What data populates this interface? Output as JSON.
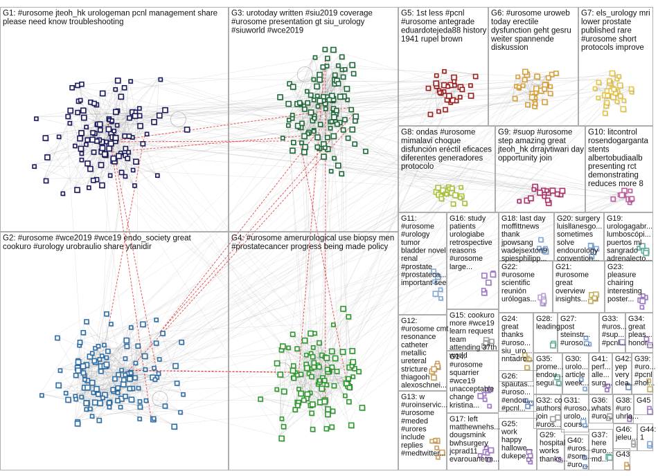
{
  "groups": [
    {
      "id": "G1",
      "color": "#1a1a5e",
      "lines": [
        "G1: #urosome jteoh_hk urologeman pcnl management share",
        "please need know troubleshooting"
      ]
    },
    {
      "id": "G2",
      "color": "#2f6fa8",
      "lines": [
        "G2: #urosome #wce2019 #wce19 endo_society great",
        "cookuro #urology urobraulio share ytanidir"
      ]
    },
    {
      "id": "G3",
      "color": "#1e6b3a",
      "lines": [
        "G3: urotoday written #siu2019 coverage",
        "#urosome presentation gt siu_urology",
        "#siuworld #wce2019"
      ]
    },
    {
      "id": "G4",
      "color": "#2e9a2e",
      "lines": [
        "G4: #urosome amerurological use biopsy men",
        "#prostatecancer progress being made policy"
      ]
    },
    {
      "id": "G5",
      "color": "#a01e1e",
      "lines": [
        "G5: 1st less #pcnl",
        "#urosome antegrade",
        "eduardotejeda88 history",
        "1941 rupel brown"
      ]
    },
    {
      "id": "G6",
      "color": "#d9a23a",
      "lines": [
        "G6: #urosome uroweb",
        "today erectile",
        "dysfunction geht gesru",
        "weiter spannende",
        "diskussion"
      ]
    },
    {
      "id": "G7",
      "color": "#e6c64a",
      "lines": [
        "G7: els_urology mri",
        "lower prostate",
        "published rare",
        "#urosome short",
        "protocols improve"
      ]
    },
    {
      "id": "G8",
      "color": "#a8c43a",
      "lines": [
        "G8: ondas #urosome",
        "mimalavi choque",
        "disfunción eréctil eficaces",
        "diferentes generadores",
        "protocolo"
      ]
    },
    {
      "id": "G9",
      "color": "#b0306a",
      "lines": [
        "G9: #suop #urosome",
        "step amazing great",
        "jteoh_hk drrajvtiwari day",
        "opportunity join"
      ]
    },
    {
      "id": "G10",
      "color": "#c060a0",
      "lines": [
        "G10: litcontrol",
        "rosendogarganta",
        "stents",
        "albertobudiaalb",
        "presenting rct",
        "demonstrating",
        "reduces more 8"
      ]
    },
    {
      "id": "G11",
      "lines": [
        "G11:",
        "#urosome",
        "#urology",
        "tumor",
        "bladder novel",
        "renal",
        "#prostate",
        "#prostateca...",
        "important see"
      ]
    },
    {
      "id": "G16",
      "lines": [
        "G16: study",
        "patients",
        "urologiabe",
        "retrospective",
        "reasons",
        "#urosome",
        "large..."
      ]
    },
    {
      "id": "G15",
      "lines": [
        "G15: cookuro",
        "more #wce19",
        "learn request",
        "team",
        "attending 37th",
        "world"
      ]
    },
    {
      "id": "G18",
      "lines": [
        "G18: last day",
        "moffittnews",
        "thank",
        "jpowsang",
        "wadejsexton9",
        "spiesphilipp..."
      ]
    },
    {
      "id": "G20",
      "lines": [
        "G20: surgery",
        "luisllanesgo...",
        "sometimes",
        "solve",
        "endourology",
        "convention..."
      ]
    },
    {
      "id": "G19",
      "lines": [
        "G19:",
        "urologagabr...",
        "lumboscópi...",
        "puertos ml",
        "sangrado",
        "adrenalecto..."
      ]
    },
    {
      "id": "G22",
      "lines": [
        "G22:",
        "#urosome",
        "scientific",
        "reunión",
        "urólogas..."
      ]
    },
    {
      "id": "G21",
      "lines": [
        "G21:",
        "#urosome",
        "great",
        "overview",
        "insights..."
      ]
    },
    {
      "id": "G23",
      "lines": [
        "G23:",
        "pleasure",
        "chairing",
        "interesting",
        "poster..."
      ]
    },
    {
      "id": "G12",
      "lines": [
        "G12:",
        "#urosome cmt",
        "resonance",
        "catheter",
        "metallic",
        "ureteral",
        "stricture",
        "thiagooh",
        "alexoschnei..."
      ]
    },
    {
      "id": "G24",
      "lines": [
        "G24:",
        "great",
        "thanks",
        "#uroso...",
        "siu_uro...",
        "nntadro..."
      ]
    },
    {
      "id": "G28",
      "lines": [
        "G28:",
        "leading"
      ]
    },
    {
      "id": "G27",
      "lines": [
        "G27:",
        "post",
        "steinstr...",
        "#uroso..."
      ]
    },
    {
      "id": "G33",
      "lines": [
        "G33:",
        "#uros...",
        "#sup...",
        "#pcnl..."
      ]
    },
    {
      "id": "G34",
      "lines": [
        "G34:",
        "great",
        "pleas...",
        "honor..."
      ]
    },
    {
      "id": "G14",
      "lines": [
        "G14:",
        "#urosome",
        "squarrier",
        "#wce19",
        "unacceptable",
        "change",
        "kristina..."
      ]
    },
    {
      "id": "G26",
      "lines": [
        "G26:",
        "spautas...",
        "#uroso...",
        "#endou...",
        "#pcnl..."
      ]
    },
    {
      "id": "G35",
      "lines": [
        "G35:",
        "prome...",
        "endou...",
        "segui..."
      ]
    },
    {
      "id": "G30",
      "lines": [
        "G30:",
        "urolo...",
        "article",
        "week..."
      ]
    },
    {
      "id": "G41",
      "lines": [
        "G41:",
        "perf...",
        "alle...",
        "surg..."
      ]
    },
    {
      "id": "G42",
      "lines": [
        "G42:",
        "yep",
        "very",
        "clea..."
      ]
    },
    {
      "id": "G39",
      "lines": [
        "G39:",
        "#uro...",
        "#pcnl",
        "#hol..."
      ]
    },
    {
      "id": "G13",
      "lines": [
        "G13: w",
        "#uroinservic...",
        "#urosome",
        "#meded",
        "#urores",
        "include",
        "replies",
        "#medtwitter..."
      ]
    },
    {
      "id": "G32",
      "lines": [
        "G32: co",
        "authors",
        "join",
        "#uros..."
      ]
    },
    {
      "id": "G31",
      "lines": [
        "G31:",
        "#uroso...",
        "urolo...",
        "cours..."
      ]
    },
    {
      "id": "G36",
      "lines": [
        "G36:",
        "whats",
        "#uro..."
      ]
    },
    {
      "id": "G38",
      "lines": [
        "G38:",
        "#uro",
        "uhrla..."
      ]
    },
    {
      "id": "G45",
      "lines": [
        "G45"
      ]
    },
    {
      "id": "G17",
      "lines": [
        "G17: left",
        "matthewnehs...",
        "dougsmink",
        "bwhsurgery",
        "jcprad11",
        "evarouanetm..."
      ]
    },
    {
      "id": "G25",
      "lines": [
        "G25:",
        "work",
        "happy",
        "hallowe...",
        "dukepe..."
      ]
    },
    {
      "id": "G29",
      "lines": [
        "G29:",
        "hospital",
        "works",
        "thanks..."
      ]
    },
    {
      "id": "G40",
      "lines": [
        "G40:",
        "#uros...",
        "#som...",
        "#uro..."
      ]
    },
    {
      "id": "G37",
      "lines": [
        "G37:",
        "here",
        "#uro...",
        "md..."
      ]
    },
    {
      "id": "G46",
      "lines": [
        "G46:",
        "jeleu..."
      ]
    },
    {
      "id": "G43",
      "lines": [
        "G43"
      ]
    },
    {
      "id": "G44",
      "lines": [
        "G44:",
        "1"
      ]
    }
  ],
  "palette": {
    "edge": "#9a9a9a",
    "edge_highlight": "#e02020",
    "border": "#9a9a9a",
    "small_group_node_colors": [
      "#b8a0d8",
      "#a07ac8",
      "#c8b060",
      "#80a8d8",
      "#7090c0",
      "#a0a0a0",
      "#60b0a0",
      "#d0a060"
    ]
  }
}
